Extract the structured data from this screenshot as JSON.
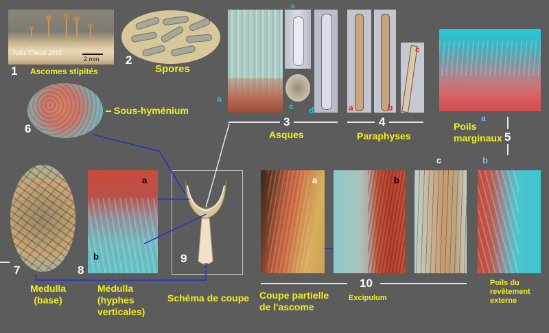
{
  "figure": {
    "numbers": [
      "1",
      "2",
      "3",
      "4",
      "5",
      "6",
      "7",
      "8",
      "9",
      "10"
    ],
    "labels": {
      "ascomes": "Ascomes stipités",
      "spores": "Spores",
      "sous_hymenium": "Sous-hyménium",
      "asques": "Asques",
      "paraphyses": "Paraphyses",
      "poils_marginaux": "Poils marginaux",
      "medulla_base": "Medulla (base)",
      "medulla_vert": "Médulla (hyphes verticales)",
      "schema": "Schéma de coupe",
      "coupe": "Coupe partielle de l'ascome",
      "excipulum": "Excipulum",
      "poils_revetement": "Poils du revêtement externe"
    },
    "photo1": {
      "credit": "Jules Cimon 2015",
      "scale": "2 mm"
    },
    "letters": {
      "p3a": "a",
      "p3b": "b",
      "p3c": "c",
      "p3d": "d",
      "p4a": "a",
      "p4b": "b",
      "p4c": "c",
      "p5a": "a",
      "p5b": "b",
      "p8a": "a",
      "p8b": "b",
      "p10a": "a",
      "p10b": "b",
      "p10c": "c",
      "p9": "7"
    }
  },
  "colors": {
    "background": "#5c5c5c",
    "label_yellow": "#f2ee1c",
    "letter_cyan": "#00d8e0",
    "letter_red": "#e02020",
    "letter_blue": "#8fa8ff",
    "connector_blue": "#2030d0"
  }
}
